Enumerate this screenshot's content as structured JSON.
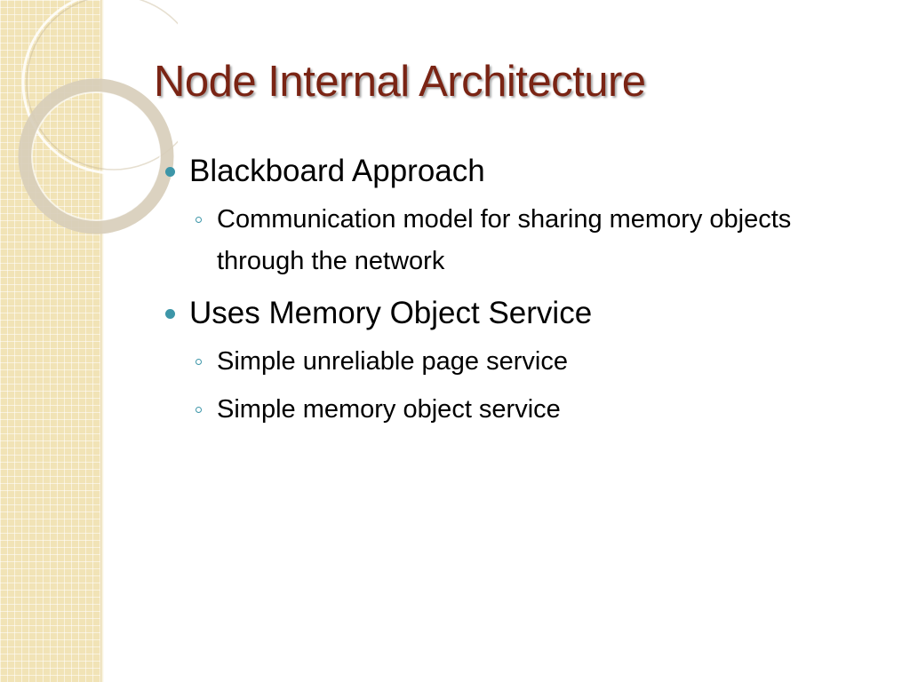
{
  "slide": {
    "title": "Node Internal Architecture",
    "bullets": [
      {
        "text": "Blackboard Approach",
        "sub": [
          "Communication model for sharing memory objects through the network"
        ]
      },
      {
        "text": "Uses Memory Object Service",
        "sub": [
          "Simple unreliable page service",
          "Simple memory object service"
        ]
      }
    ]
  },
  "colors": {
    "title": "#7a2414",
    "bullet_accent": "#3d96a8",
    "side_band": "#f1e3b6"
  }
}
